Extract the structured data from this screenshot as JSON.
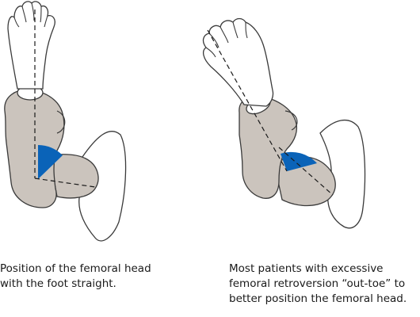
{
  "captions": {
    "left": {
      "line1": "Position of the femoral head",
      "line2": "with the foot straight."
    },
    "right": {
      "line1": "Most patients with excessive",
      "line2": "femoral retroversion “out-toe” to",
      "line3": "better position the femoral head."
    }
  },
  "colors": {
    "bone": "#cbc4bd",
    "outline": "#3a3a3a",
    "highlight": "#0a63b8",
    "pelvis": "#ffffff"
  }
}
